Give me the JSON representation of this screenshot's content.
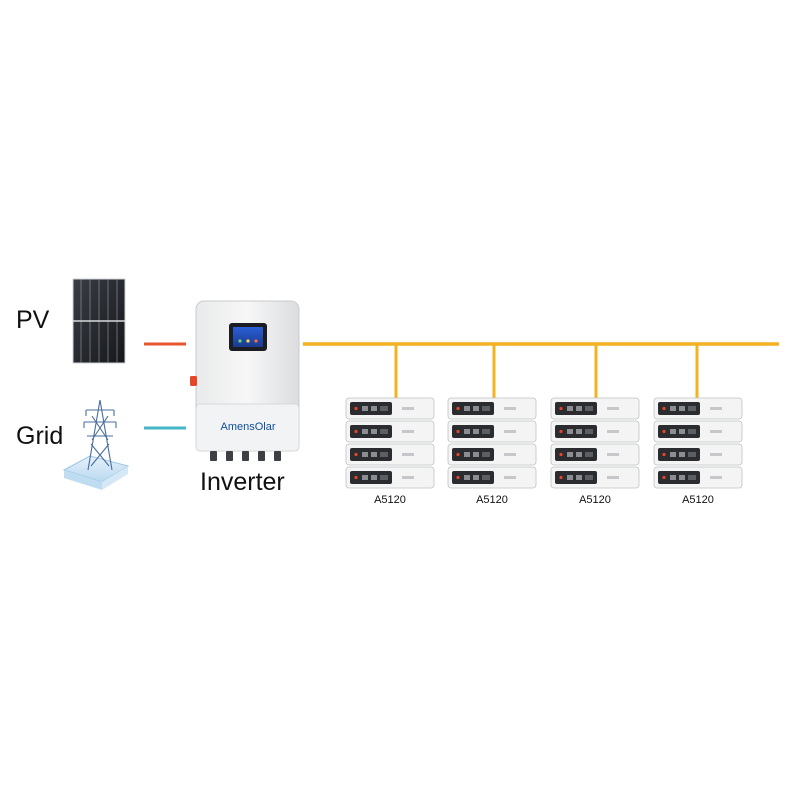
{
  "labels": {
    "pv": "PV",
    "grid": "Grid",
    "inverter": "Inverter"
  },
  "inverter": {
    "brand": "AmensOlar"
  },
  "battery_stacks": [
    {
      "label": "A5120",
      "modules": 4
    },
    {
      "label": "A5120",
      "modules": 4
    },
    {
      "label": "A5120",
      "modules": 4
    },
    {
      "label": "A5120",
      "modules": 4
    }
  ],
  "colors": {
    "pv_line": "#e8552b",
    "grid_line": "#45b5c8",
    "dc_bus": "#f3b222",
    "brand_orange": "#f08a1c"
  }
}
